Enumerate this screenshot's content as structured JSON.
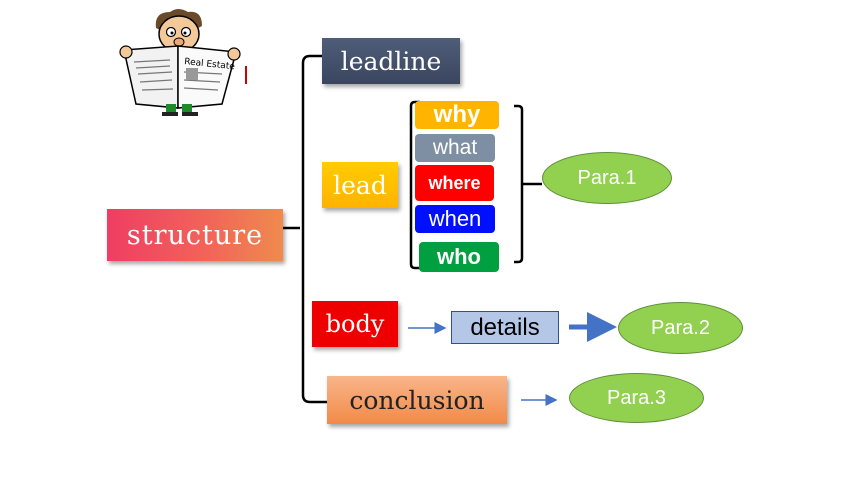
{
  "root": {
    "label": "structure"
  },
  "branches": {
    "leadline": "leadline",
    "lead": "lead",
    "body": "body",
    "conclusion": "conclusion"
  },
  "five_w": [
    "why",
    "what",
    "where",
    "when",
    "who"
  ],
  "details": "details",
  "paragraphs": {
    "para1": "Para.1",
    "para2": "Para.2",
    "para3": "Para.3"
  },
  "illustration": {
    "icon": "newspaper-reader-icon",
    "newspaper_text": "Real Estate"
  },
  "colors": {
    "structure": "#f2625a",
    "leadline": "#44506b",
    "lead": "#ffc000",
    "body": "#ee0000",
    "conclusion": "#f4a06a",
    "why": "#ffb400",
    "what": "#7e8ea3",
    "where": "#ff0000",
    "when": "#0010ff",
    "who": "#00a040",
    "details": "#b4c7e7",
    "para": "#92d050",
    "arrow": "#4472c4"
  }
}
